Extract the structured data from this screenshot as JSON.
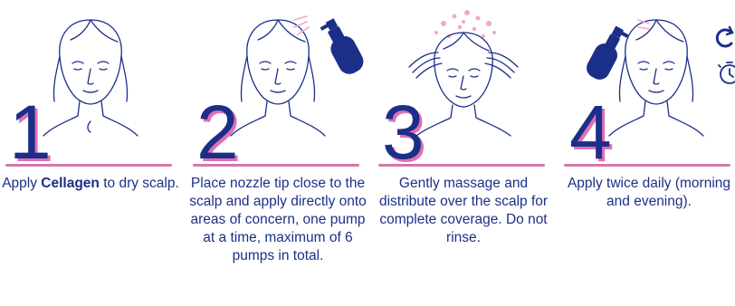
{
  "steps": [
    {
      "number": "1",
      "caption_pre": "Apply ",
      "caption_brand": "Cellagen",
      "caption_post": " to dry scalp."
    },
    {
      "number": "2",
      "caption": "Place nozzle tip close to the scalp and apply directly onto areas of concern, one pump at a time, maximum of 6 pumps in total."
    },
    {
      "number": "3",
      "caption": "Gently massage and distribute over the scalp  for complete coverage. Do not rinse."
    },
    {
      "number": "4",
      "caption": "Apply twice daily (morning and evening)."
    }
  ],
  "side_icons": [
    "refresh-icon",
    "stopwatch-icon"
  ],
  "colors": {
    "navy": "#1c2f88",
    "pink": "#e06fb5",
    "line_pink": "#d477ae",
    "spray_pink": "#f2a6cb"
  }
}
